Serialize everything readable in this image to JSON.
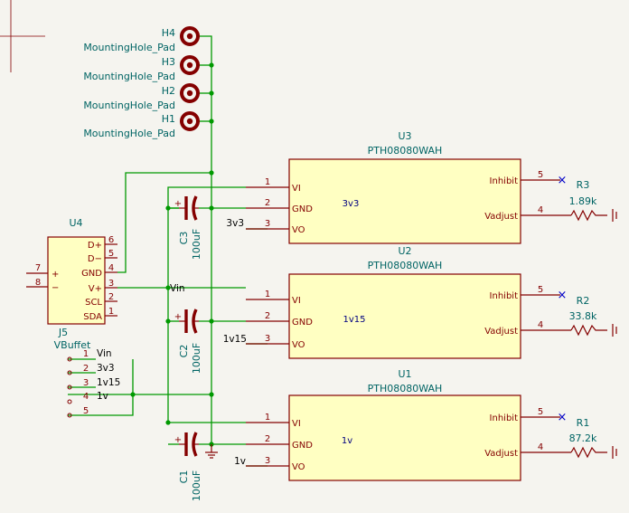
{
  "colors": {
    "background": "#f5f4ef",
    "wire": "#009900",
    "component": "#840000",
    "body_fill": "#ffffc2",
    "field_text": "#006464",
    "net_text": "#000000",
    "internal_text": "#000080"
  },
  "mounting_holes": [
    {
      "ref": "H4",
      "value": "MountingHole_Pad"
    },
    {
      "ref": "H3",
      "value": "MountingHole_Pad"
    },
    {
      "ref": "H2",
      "value": "MountingHole_Pad"
    },
    {
      "ref": "H1",
      "value": "MountingHole_Pad"
    }
  ],
  "regulators": [
    {
      "ref": "U3",
      "value": "PTH08080WAH",
      "label": "3v3",
      "pins": [
        {
          "num": "1",
          "name": "VI"
        },
        {
          "num": "2",
          "name": "GND"
        },
        {
          "num": "3",
          "name": "VO"
        },
        {
          "num": "5",
          "name": "Inhibit"
        },
        {
          "num": "4",
          "name": "Vadjust"
        }
      ]
    },
    {
      "ref": "U2",
      "value": "PTH08080WAH",
      "label": "1v15",
      "pins": [
        {
          "num": "1",
          "name": "VI"
        },
        {
          "num": "2",
          "name": "GND"
        },
        {
          "num": "3",
          "name": "VO"
        },
        {
          "num": "5",
          "name": "Inhibit"
        },
        {
          "num": "4",
          "name": "Vadjust"
        }
      ]
    },
    {
      "ref": "U1",
      "value": "PTH08080WAH",
      "label": "1v",
      "pins": [
        {
          "num": "1",
          "name": "VI"
        },
        {
          "num": "2",
          "name": "GND"
        },
        {
          "num": "3",
          "name": "VO"
        },
        {
          "num": "5",
          "name": "Inhibit"
        },
        {
          "num": "4",
          "name": "Vadjust"
        }
      ]
    }
  ],
  "resistors": [
    {
      "ref": "R3",
      "value": "1.89k"
    },
    {
      "ref": "R2",
      "value": "33.8k"
    },
    {
      "ref": "R1",
      "value": "87.2k"
    }
  ],
  "capacitors": [
    {
      "ref": "C3",
      "value": "100uF"
    },
    {
      "ref": "C2",
      "value": "100uF"
    },
    {
      "ref": "C1",
      "value": "100uF"
    }
  ],
  "u4": {
    "ref": "U4",
    "ref2": "J5",
    "value": "VBuffet",
    "plus": "+",
    "minus": "−",
    "left_pins": [
      {
        "num": "7"
      },
      {
        "num": "8"
      }
    ],
    "right_pins": [
      {
        "num": "6",
        "name": "D+"
      },
      {
        "num": "5",
        "name": "D−"
      },
      {
        "num": "4",
        "name": "GND"
      },
      {
        "num": "3",
        "name": "V+"
      },
      {
        "num": "2",
        "name": "SCL"
      },
      {
        "num": "1",
        "name": "SDA"
      }
    ]
  },
  "j5": {
    "pins": [
      {
        "num": "1",
        "net": "Vin"
      },
      {
        "num": "2",
        "net": "3v3"
      },
      {
        "num": "3",
        "net": "1v15"
      },
      {
        "num": "4",
        "net": "1v"
      },
      {
        "num": "5",
        "net": ""
      }
    ]
  },
  "net_labels": {
    "vin": "Vin",
    "v3v3": "3v3",
    "v1v15": "1v15",
    "v1v": "1v"
  },
  "pin_symbols": {
    "plus": "+",
    "noconnect": "×"
  }
}
